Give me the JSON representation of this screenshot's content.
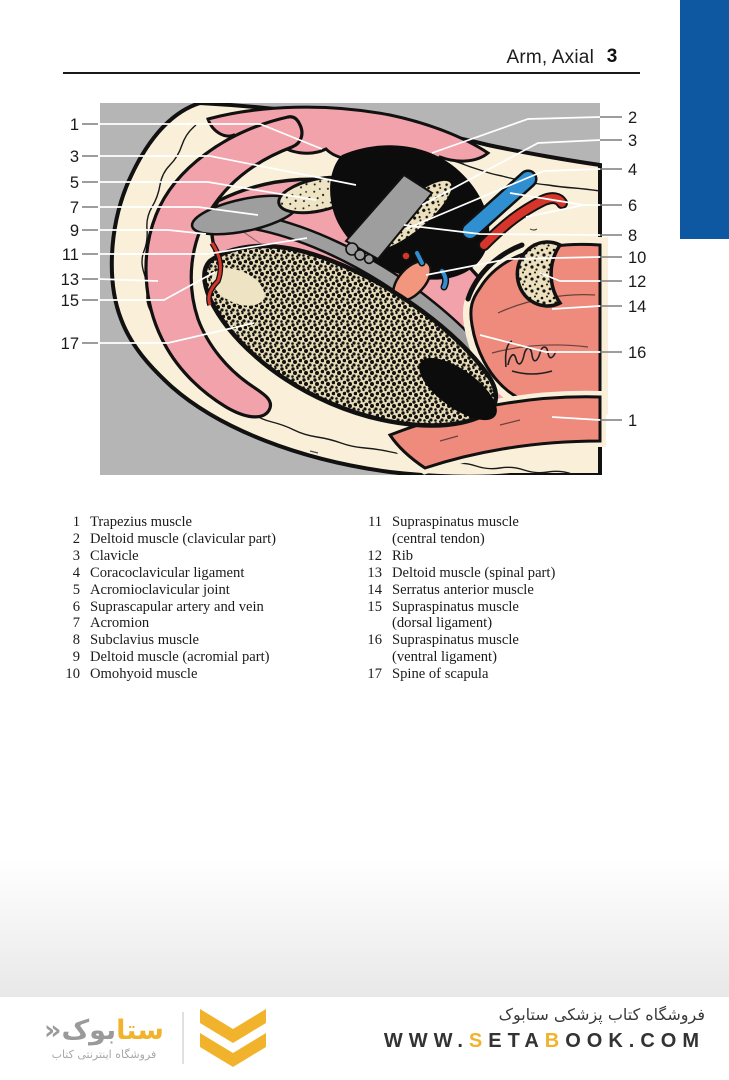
{
  "header": {
    "title": "Arm, Axial",
    "page_number": "3"
  },
  "figure": {
    "left_labels": [
      "1",
      "3",
      "5",
      "7",
      "9",
      "11",
      "13",
      "15",
      "17"
    ],
    "right_labels": [
      "2",
      "3",
      "4",
      "6",
      "8",
      "10",
      "12",
      "14",
      "16",
      "1"
    ]
  },
  "legend": {
    "left_rows": [
      {
        "num": "1",
        "text": "Trapezius muscle"
      },
      {
        "num": "2",
        "text": "Deltoid muscle (clavicular part)"
      },
      {
        "num": "3",
        "text": "Clavicle"
      },
      {
        "num": "4",
        "text": "Coracoclavicular ligament"
      },
      {
        "num": "5",
        "text": "Acromioclavicular joint"
      },
      {
        "num": "6",
        "text": "Suprascapular artery and vein"
      },
      {
        "num": "7",
        "text": "Acromion"
      },
      {
        "num": "8",
        "text": "Subclavius muscle"
      },
      {
        "num": "9",
        "text": "Deltoid muscle (acromial part)"
      },
      {
        "num": "10",
        "text": "Omohyoid muscle"
      }
    ],
    "right_rows": [
      {
        "num": "11",
        "text": "Supraspinatus muscle"
      },
      {
        "num": "",
        "text": "(central tendon)"
      },
      {
        "num": "12",
        "text": "Rib"
      },
      {
        "num": "13",
        "text": "Deltoid muscle (spinal part)"
      },
      {
        "num": "14",
        "text": "Serratus anterior muscle"
      },
      {
        "num": "15",
        "text": "Supraspinatus muscle"
      },
      {
        "num": "",
        "text": "(dorsal ligament)"
      },
      {
        "num": "16",
        "text": "Supraspinatus muscle"
      },
      {
        "num": "",
        "text": "(ventral ligament)"
      },
      {
        "num": "17",
        "text": "Spine of scapula"
      }
    ]
  },
  "footer": {
    "logo": {
      "wordmark_yellow": "ستا",
      "wordmark_gray": "بوک",
      "guillemet": "«",
      "subtitle": "فروشگاه اینترنتی کتاب"
    },
    "tagline": "فروشگاه کتاب پزشکی ستابوک",
    "website": {
      "w1": "WWW.",
      "w2": "S",
      "w3": "ETA",
      "w4": "B",
      "w5": "OOK.COM"
    }
  },
  "colors": {
    "tab_blue": "#0E58A2",
    "brand_yellow": "#F2B32C",
    "figure_bg": "#B5B5B5",
    "skin_cream": "#FAF0DA",
    "muscle_pink": "#F1A2AB",
    "muscle_salmon": "#EE8B7D",
    "tendon_gray": "#9E9E9E",
    "bone_beige": "#ECE0BD",
    "vessel_blue": "#2F8FD0",
    "vessel_red": "#D6352C"
  }
}
